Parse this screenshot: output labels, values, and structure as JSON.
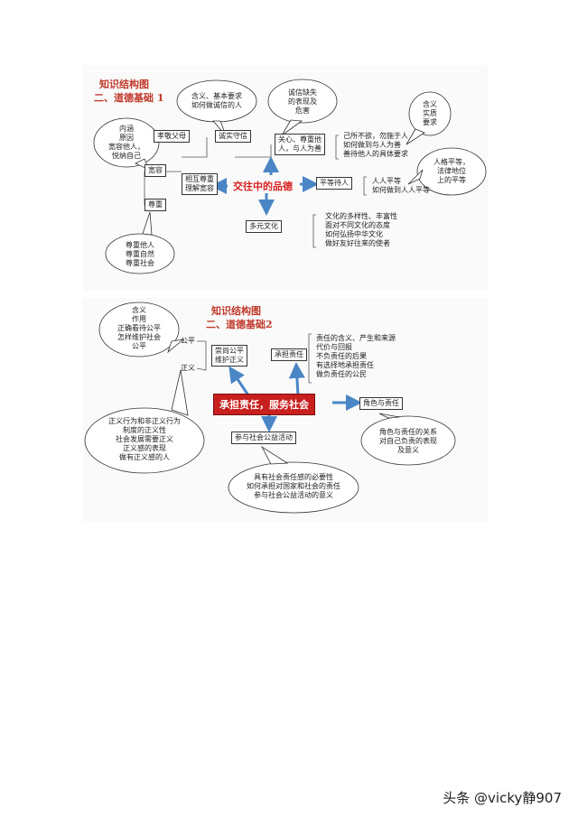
{
  "diagram1": {
    "title": "知识结构图",
    "subtitle": "二、道德基础 1",
    "center": "交往中的品德",
    "bubbles": {
      "neihan": "内涵\n原因\n宽容他人，\n悦纳自己",
      "hanyi_jiben": "含义、基本要求\n如何做诚信的人",
      "chengxin_queshi": "诚信缺失\n的表现及\n危害",
      "hanyi_shizhi": "含义\n实质\n要求",
      "renge": "人格平等，\n法律地位\n上的平等",
      "zunzhong": "尊重他人\n尊重自然\n尊重社会"
    },
    "boxes": {
      "xiaojing": "孝敬父母",
      "chengshi": "诚实守信",
      "guanxin": "关心、尊重他\n人，与人为善",
      "kuanrong": "宽容",
      "xianghu": "相互尊重\n理解宽容",
      "pingdeng": "平等待人",
      "zunzhong_box": "尊重",
      "duoyuan": "多元文化"
    },
    "texts": {
      "jisuo": "己所不欲，勿施于人\n如何做到与人为善\n善待他人的具体要求",
      "renren": "人人平等\n如何做到人人平等",
      "wenhua": "文化的多样性、丰富性\n面对不同文化的态度\n如何弘扬中华文化\n做好友好往来的使者"
    }
  },
  "diagram2": {
    "title": "知识结构图",
    "subtitle": "二、道德基础2",
    "center": "承担责任，服务社会",
    "bubbles": {
      "gongping": "含义\n作用\n正确看待公平\n怎样维护社会\n公平",
      "zhengyi": "正义行为和非正义行为\n制度的正义性\n社会发展需要正义\n正义感的表现\n做有正义感的人",
      "shehui": "具有社会责任感的必要性\n如何承担对国家和社会的责任\n参与社会公益活动的意义",
      "juese": "角色与责任的关系\n对自己负责的表现\n及意义"
    },
    "labels": {
      "gongping": "公平",
      "zhengyi": "正义"
    },
    "boxes": {
      "chongshang": "崇尚公平\n维护正义",
      "chengdan": "承担责任",
      "juese": "角色与责任",
      "canyu": "参与社会公益活动"
    },
    "texts": {
      "zeren": "责任的含义、产生和来源\n代价与回报\n不负责任的后果\n有选择地承担责任\n做负责任的公民"
    }
  },
  "watermark": "头条 @vicky静907"
}
